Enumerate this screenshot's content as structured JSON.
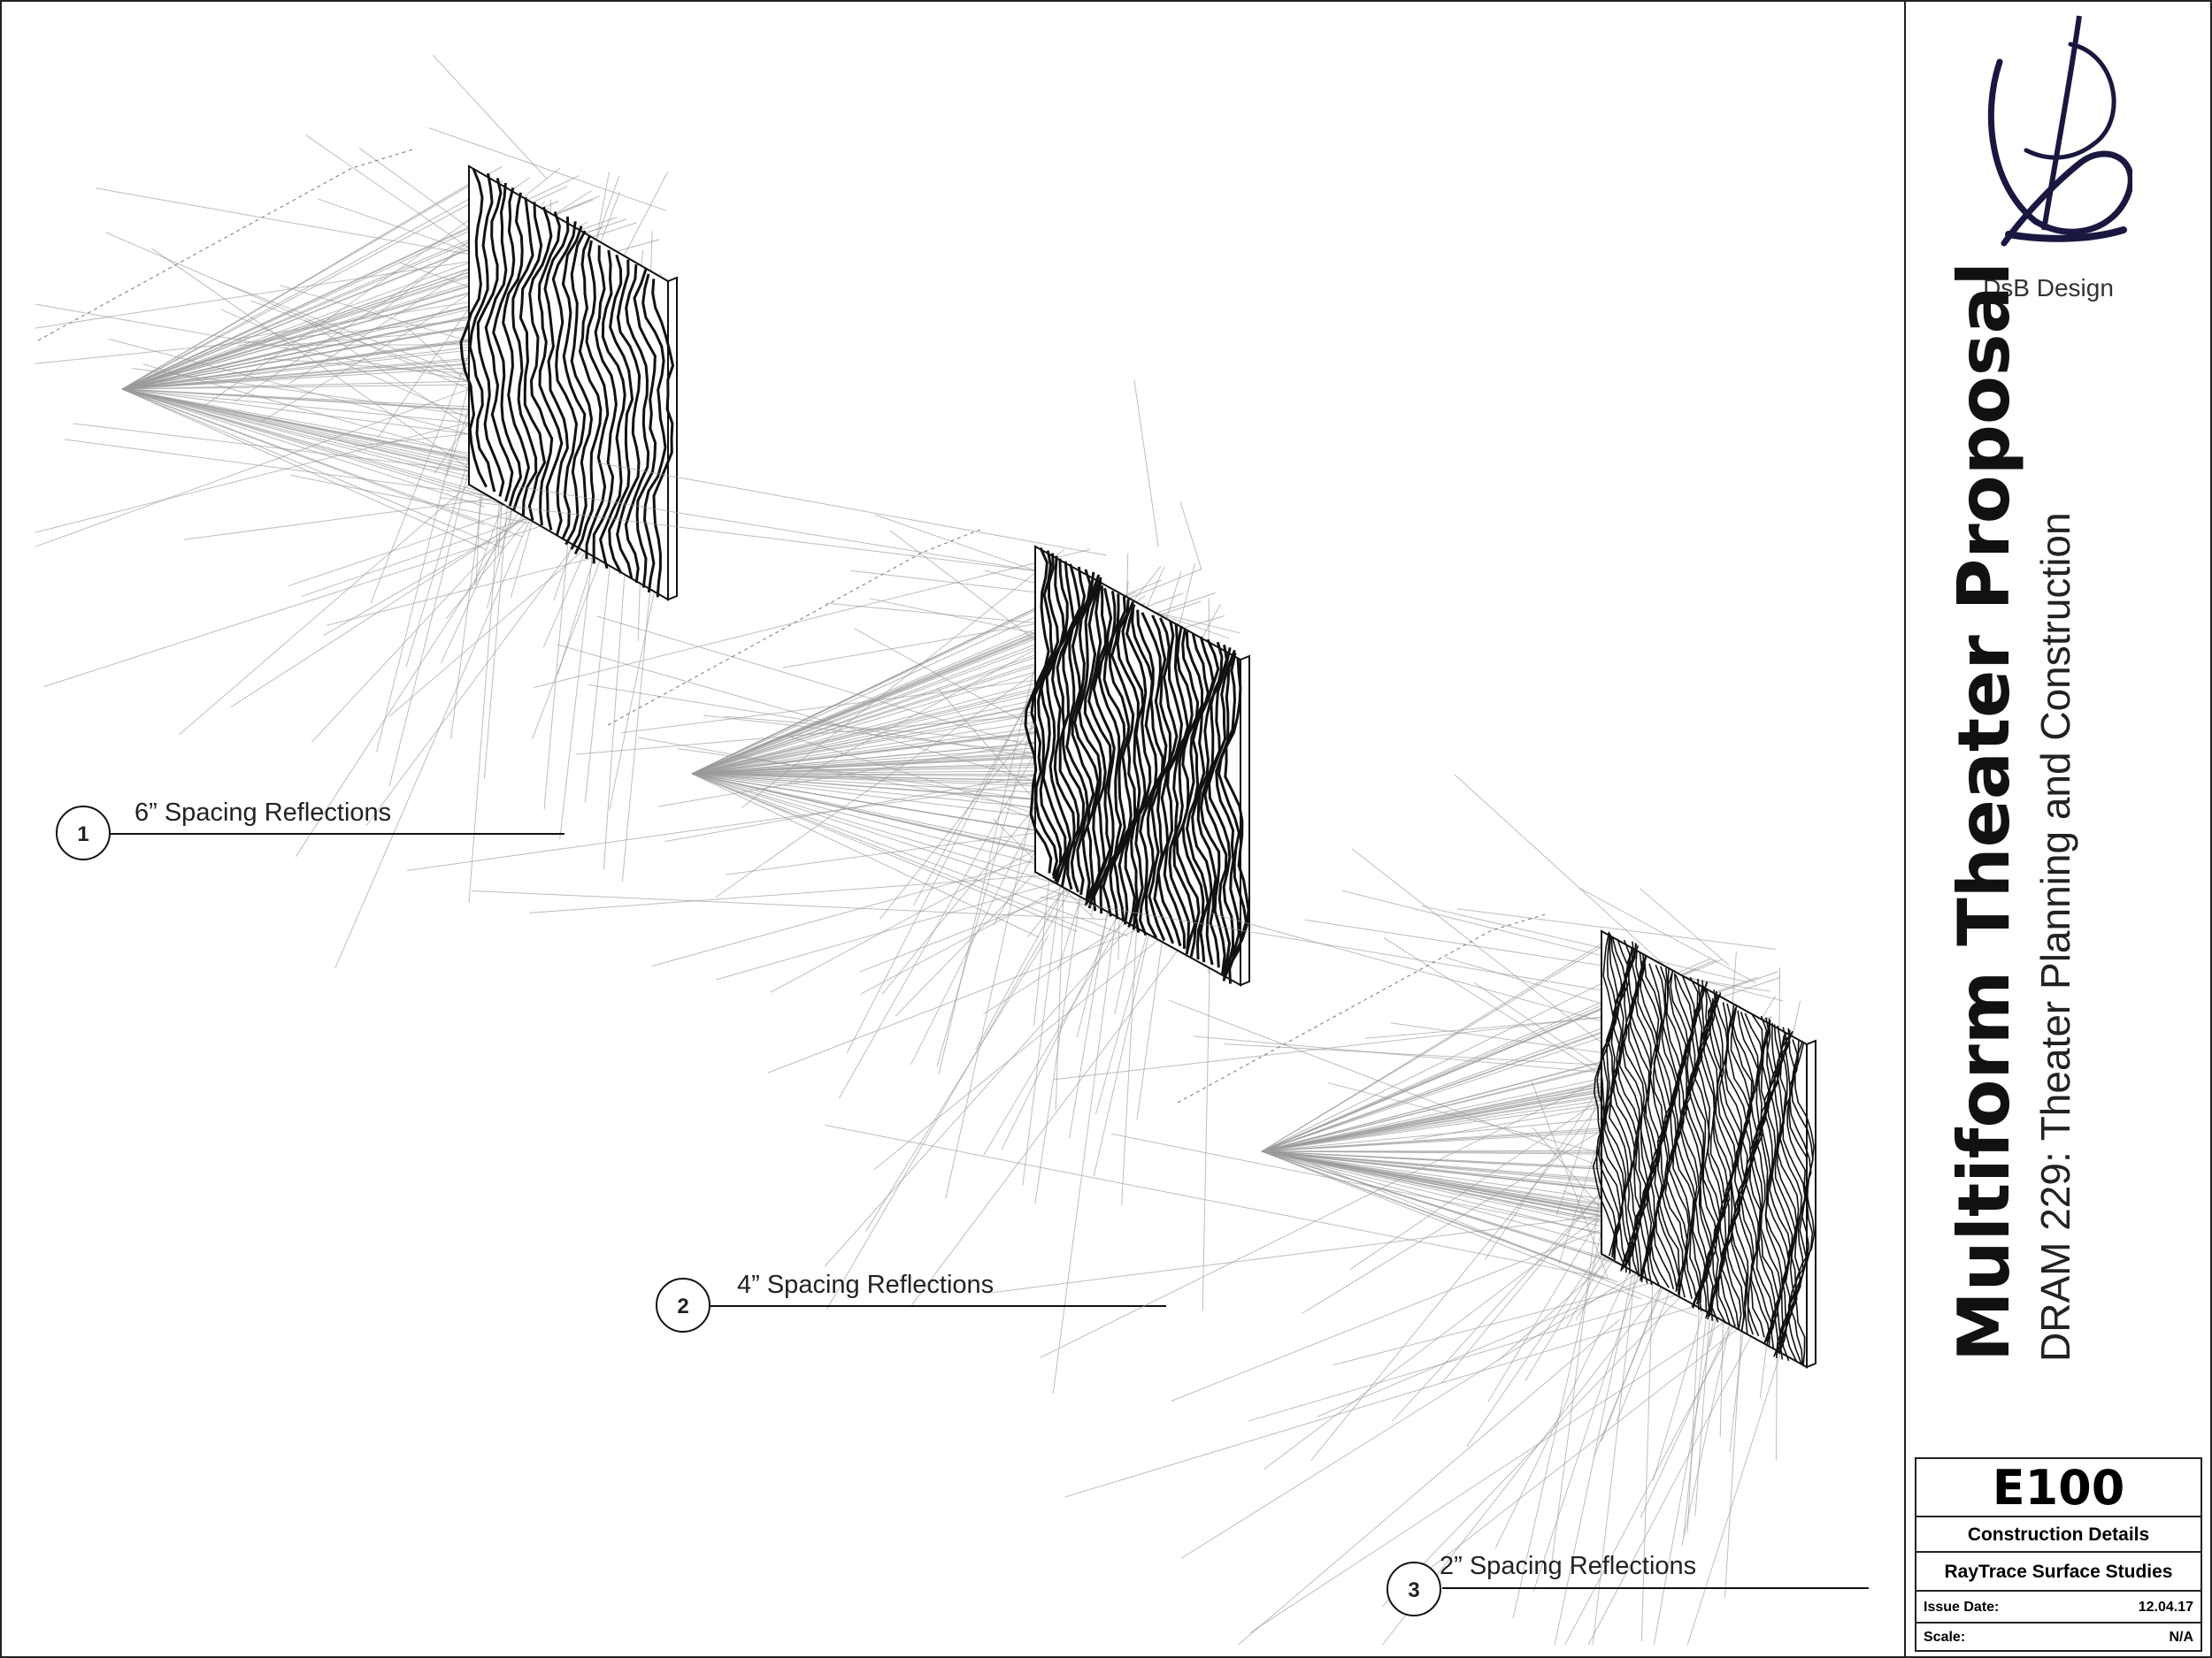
{
  "figures": [
    {
      "number": "1",
      "label": "6” Spacing Reflections"
    },
    {
      "number": "2",
      "label": "4” Spacing Reflections"
    },
    {
      "number": "3",
      "label": "2” Spacing Reflections"
    }
  ],
  "firm": {
    "name": "DsB Design",
    "logo": "dsb-monogram-logo"
  },
  "project": {
    "title": "Multiform Theater Proposal",
    "subtitle": "DRAM 229: Theater Planning and Construction"
  },
  "title_block": {
    "sheet_number": "E100",
    "category": "Construction Details",
    "sheet_title": "RayTrace Surface Studies",
    "issue_date_label": "Issue Date:",
    "issue_date": "12.04.17",
    "scale_label": "Scale:",
    "scale": "N/A"
  },
  "colors": {
    "ink": "#111111",
    "ray": "#9a9a9a",
    "paper": "#ffffff"
  }
}
